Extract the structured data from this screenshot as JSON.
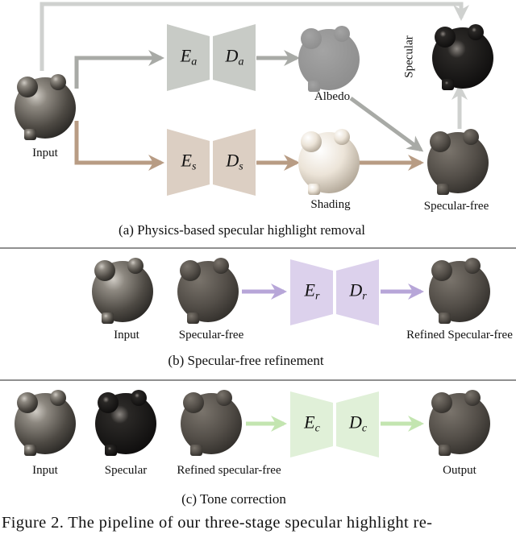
{
  "panel_a": {
    "caption": "(a) Physics-based specular highlight removal",
    "labels": {
      "input": "Input",
      "albedo": "Albedo",
      "shading": "Shading",
      "specular_free": "Specular-free",
      "specular": "Specular"
    },
    "enc_a": "E",
    "enc_a_sub": "a",
    "dec_a": "D",
    "dec_a_sub": "a",
    "enc_s": "E",
    "enc_s_sub": "s",
    "dec_s": "D",
    "dec_s_sub": "s"
  },
  "panel_b": {
    "caption": "(b) Specular-free refinement",
    "labels": {
      "input": "Input",
      "specular_free": "Specular-free",
      "refined": "Refined Specular-free"
    },
    "enc": "E",
    "enc_sub": "r",
    "dec": "D",
    "dec_sub": "r"
  },
  "panel_c": {
    "caption": "(c) Tone correction",
    "labels": {
      "input": "Input",
      "specular": "Specular",
      "refined": "Refined specular-free",
      "output": "Output"
    },
    "enc": "E",
    "enc_sub": "c",
    "dec": "D",
    "dec_sub": "c"
  },
  "figure_caption": "Figure 2. The pipeline of our three-stage specular highlight re-",
  "colors": {
    "gray_net": "#c8cbc6",
    "shading_net": "#dccfc3",
    "refine_net": "#dcd1ec",
    "tone_net": "#e0f0d8",
    "arrow_gray": "#a8aaa6",
    "arrow_light": "#cfd1cf",
    "arrow_brown": "#b89c84",
    "arrow_purple": "#b7a6d8",
    "arrow_green": "#c3e5b0"
  }
}
